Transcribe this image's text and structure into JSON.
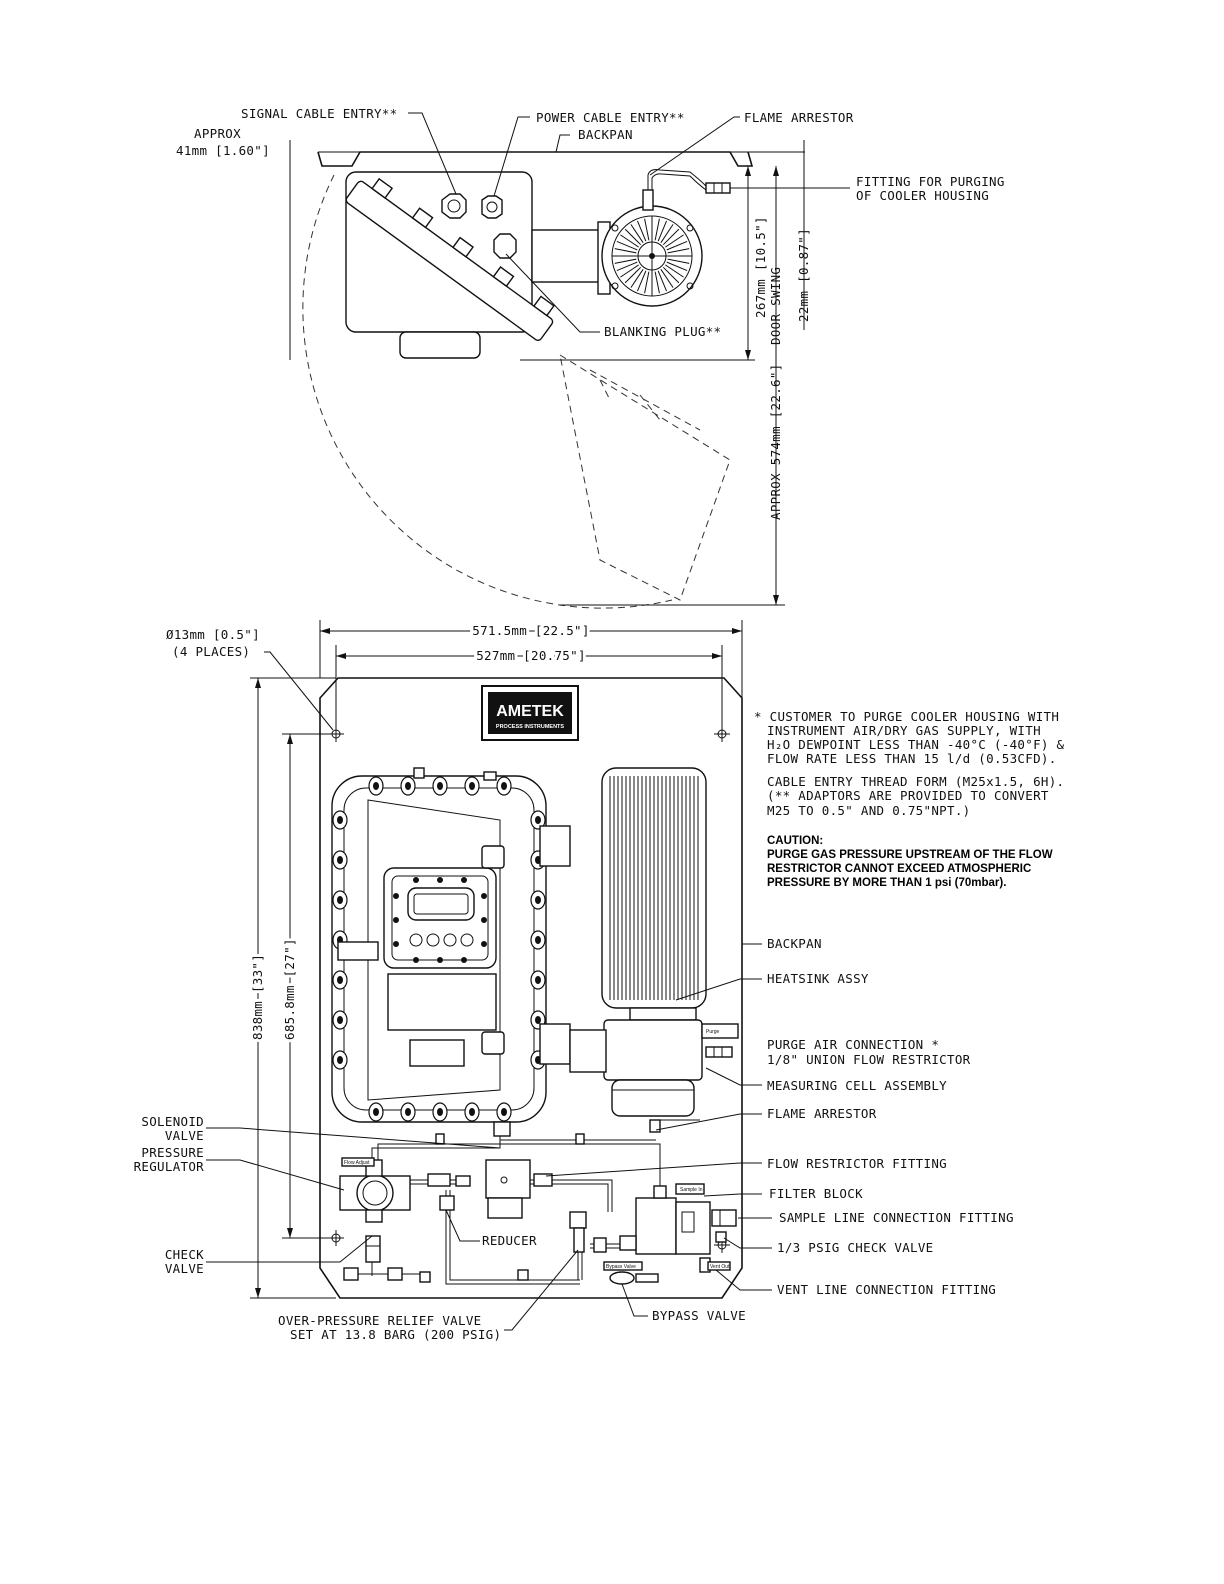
{
  "top_view": {
    "signal_cable_entry": "SIGNAL CABLE ENTRY**",
    "power_cable_entry": "POWER CABLE ENTRY**",
    "flame_arrestor": "FLAME ARRESTOR",
    "backpan": "BACKPAN",
    "approx_label": "APPROX",
    "approx_dim": "41mm [1.60\"]",
    "fitting_purge_line1": "FITTING FOR PURGING",
    "fitting_purge_line2": "OF COOLER HOUSING",
    "blanking_plug": "BLANKING PLUG**",
    "dim_267": "267mm [10.5\"]",
    "dim_door_swing": "DOOR SWING",
    "dim_22": "22mm [0.87\"]",
    "dim_574": "APPROX 574mm [22.6\"]"
  },
  "front_view": {
    "hole_dia": "Ø13mm [0.5\"]",
    "hole_places": "(4 PLACES)",
    "width_outer": "571.5mm [22.5\"]",
    "width_inner": "527mm [20.75\"]",
    "height_outer": "838mm [33\"]",
    "height_inner": "685.8mm [27\"]",
    "logo_main": "AMETEK",
    "logo_sub": "PROCESS INSTRUMENTS",
    "backpan": "BACKPAN",
    "heatsink": "HEATSINK ASSY",
    "purge_air_1": "PURGE AIR CONNECTION *",
    "purge_air_2": "1/8\" UNION FLOW RESTRICTOR",
    "measuring_cell": "MEASURING CELL ASSEMBLY",
    "flame_arrestor": "FLAME ARRESTOR",
    "flow_restrictor": "FLOW RESTRICTOR FITTING",
    "filter_block": "FILTER BLOCK",
    "sample_line": "SAMPLE LINE CONNECTION FITTING",
    "check_valve_13": "1/3 PSIG CHECK VALVE",
    "vent_line": "VENT LINE CONNECTION FITTING",
    "bypass_valve": "BYPASS VALVE",
    "relief_1": "OVER-PRESSURE RELIEF VALVE",
    "relief_2": "SET AT 13.8 BARG (200 PSIG)",
    "reducer": "REDUCER",
    "solenoid_1": "SOLENOID",
    "solenoid_2": "VALVE",
    "pressure_1": "PRESSURE",
    "pressure_2": "REGULATOR",
    "check_1": "CHECK",
    "check_2": "VALVE"
  },
  "notes": {
    "note1_l1": "* CUSTOMER TO PURGE COOLER HOUSING WITH",
    "note1_l2": "INSTRUMENT AIR/DRY GAS SUPPLY, WITH",
    "note1_l3": "H₂O DEWPOINT LESS THAN -40°C (-40°F) &",
    "note1_l4": "FLOW RATE LESS THAN 15 l/d (0.53CFD).",
    "note2_l1": "CABLE ENTRY THREAD FORM (M25x1.5, 6H).",
    "note2_l2": "(** ADAPTORS ARE PROVIDED TO CONVERT",
    "note2_l3": "M25 TO 0.5\" AND 0.75\"NPT.)",
    "caution_title": "CAUTION:",
    "caution_l1": "PURGE GAS PRESSURE UPSTREAM OF THE FLOW",
    "caution_l2": "RESTRICTOR CANNOT EXCEED ATMOSPHERIC",
    "caution_l3": "PRESSURE BY MORE THAN 1 psi (70mbar)."
  }
}
